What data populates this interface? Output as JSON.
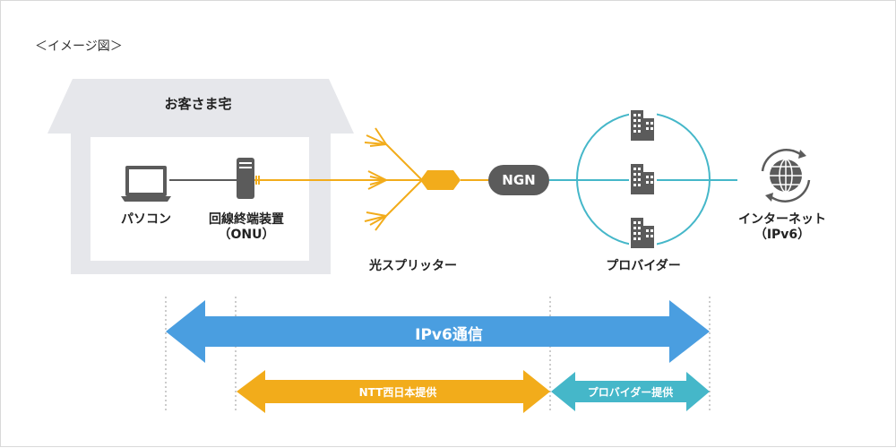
{
  "caption": "＜イメージ図＞",
  "house_label": "お客さま宅",
  "devices": {
    "pc": "パソコン",
    "onu_line1": "回線終端装置",
    "onu_line2": "（ONU）"
  },
  "splitter_label": "光スプリッター",
  "ngn_label": "NGN",
  "provider_label": "プロバイダー",
  "internet_line1": "インターネット",
  "internet_line2": "（IPv6）",
  "arrows": {
    "ipv6": "IPv6通信",
    "ntt": "NTT西日本提供",
    "provider": "プロバイダー提供"
  },
  "colors": {
    "orange": "#f2ac1b",
    "blue": "#4a9ee0",
    "teal": "#45b7c9",
    "gray": "#ececec",
    "dark": "#5b5b5b"
  }
}
